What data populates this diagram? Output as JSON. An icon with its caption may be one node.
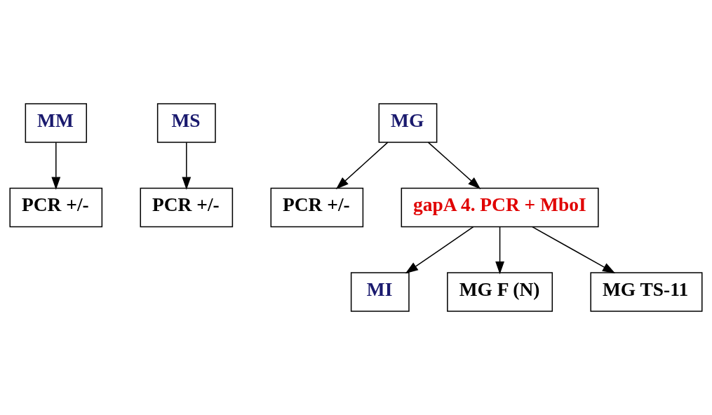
{
  "diagram": {
    "nodes": [
      {
        "text": [
          "MM"
        ]
      },
      {
        "text": [
          "MS"
        ]
      },
      {
        "text": [
          "MG"
        ]
      },
      {
        "text": [
          "PCR +/-"
        ]
      },
      {
        "text": [
          "PCR +/-"
        ]
      },
      {
        "text": [
          "PCR +/-"
        ]
      },
      {
        "text": [
          "gapA 4. PCR + MboI"
        ]
      },
      {
        "text": [
          "MI"
        ]
      },
      {
        "text": [
          "MG F (N)"
        ]
      },
      {
        "text": [
          "MG TS-11"
        ]
      }
    ],
    "edges": [
      {
        "from": 0,
        "to": 3,
        "arrow": "to"
      },
      {
        "from": 1,
        "to": 4,
        "arrow": "to"
      },
      {
        "from": 2,
        "to": 5,
        "arrow": "to"
      },
      {
        "from": 2,
        "to": 6,
        "arrow": "to"
      },
      {
        "from": 6,
        "to": 7,
        "arrow": "to"
      },
      {
        "from": 6,
        "to": 8,
        "arrow": "to"
      },
      {
        "from": 6,
        "to": 9,
        "arrow": "to"
      }
    ]
  }
}
